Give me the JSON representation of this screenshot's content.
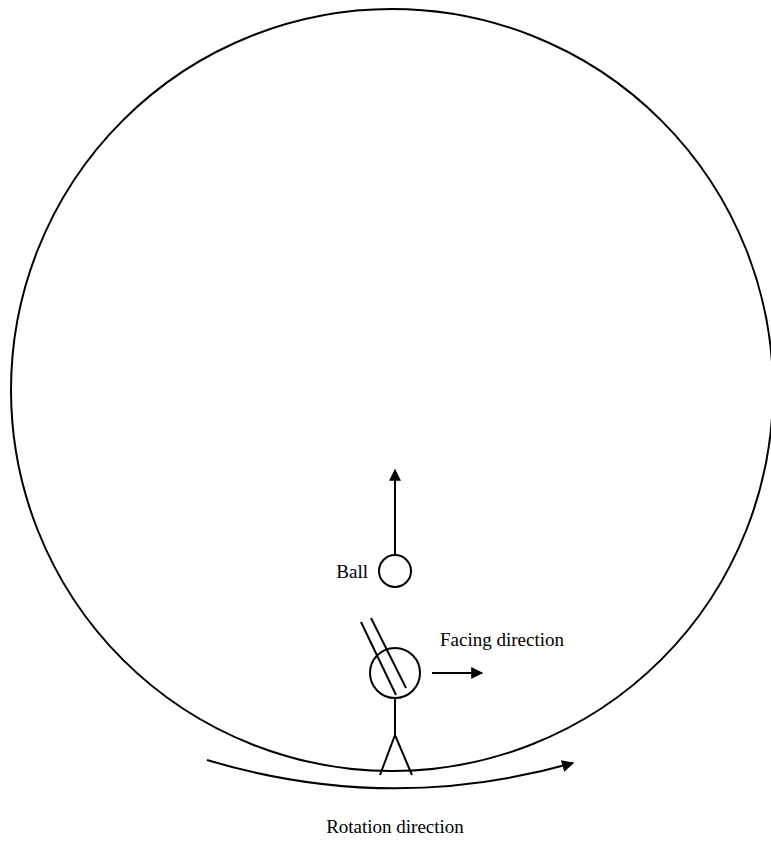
{
  "diagram": {
    "labels": [
      "Ball",
      "Facing direction",
      "Rotation direction"
    ]
  }
}
